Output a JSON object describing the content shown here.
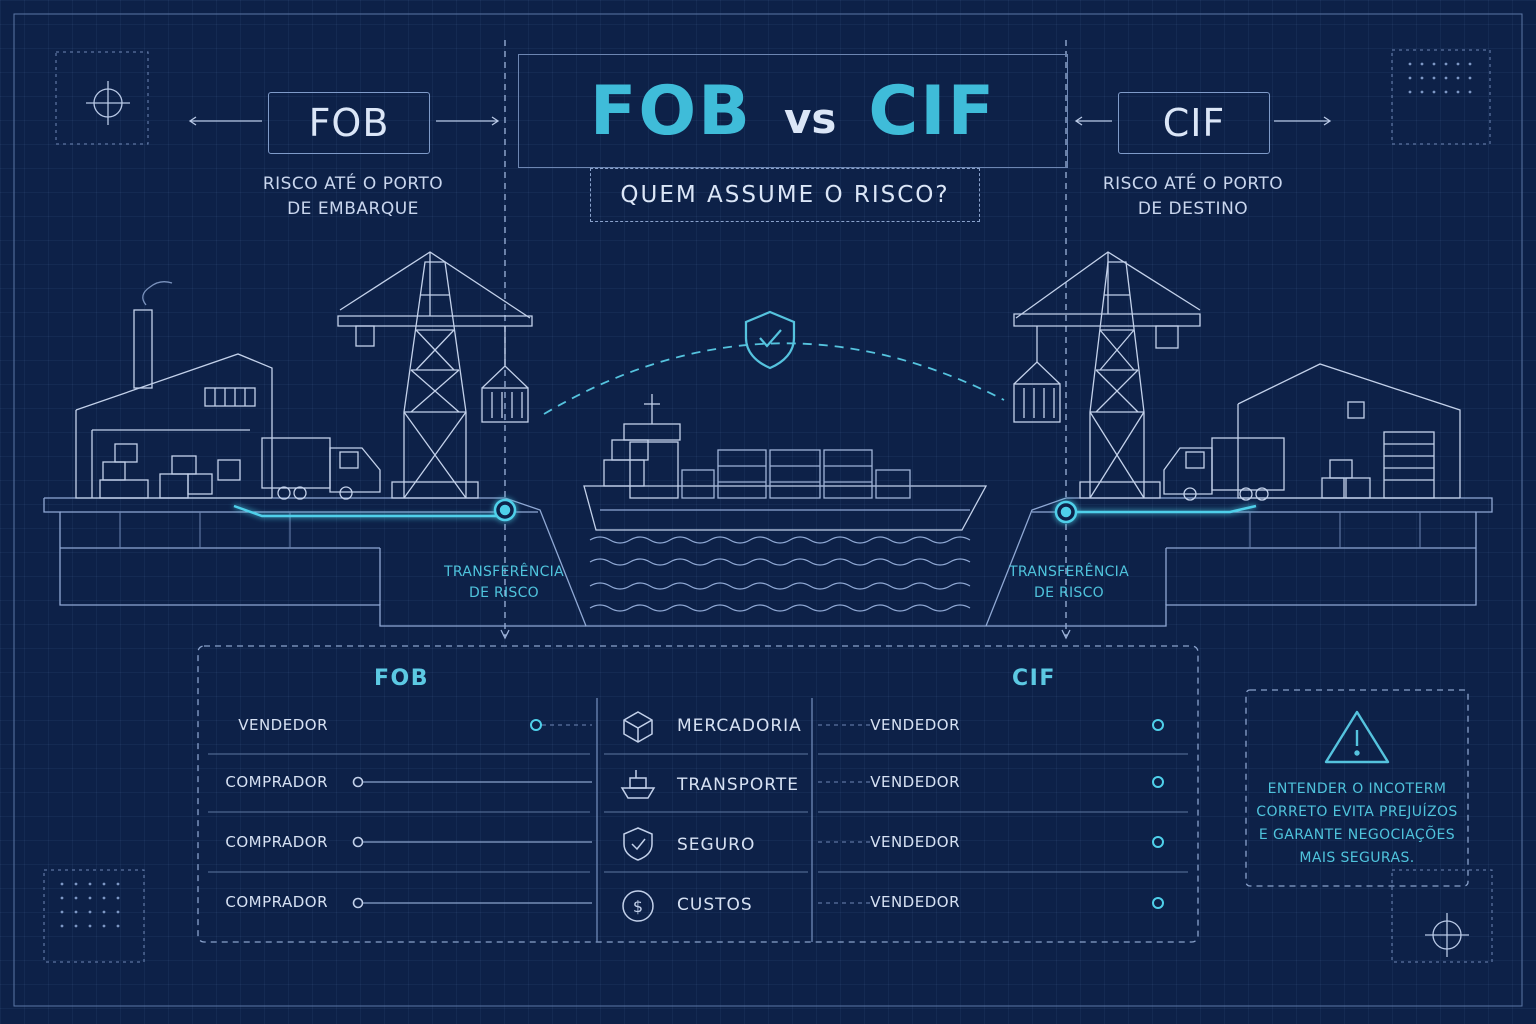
{
  "title": {
    "fob": "FOB",
    "vs": "vs",
    "cif": "CIF"
  },
  "subtitle": "QUEM ASSUME O RISCO?",
  "left": {
    "tag": "FOB",
    "caption_line1": "RISCO ATÉ O PORTO",
    "caption_line2": "DE EMBARQUE"
  },
  "right": {
    "tag": "CIF",
    "caption_line1": "RISCO ATÉ O PORTO",
    "caption_line2": "DE DESTINO"
  },
  "transfer_left": {
    "line1": "TRANSFERÊNCIA",
    "line2": "DE RISCO"
  },
  "transfer_right": {
    "line1": "TRANSFERÊNCIA",
    "line2": "DE RISCO"
  },
  "table": {
    "fob_header": "FOB",
    "cif_header": "CIF",
    "rows": [
      {
        "category": "MERCADORIA",
        "icon": "box-icon",
        "fob": "VENDEDOR",
        "fob_level": 1.0,
        "cif": "VENDEDOR",
        "cif_level": 1.0
      },
      {
        "category": "TRANSPORTE",
        "icon": "ship-icon",
        "fob": "COMPRADOR",
        "fob_level": 0.0,
        "cif": "VENDEDOR",
        "cif_level": 1.0
      },
      {
        "category": "SEGURO",
        "icon": "shield-icon",
        "fob": "COMPRADOR",
        "fob_level": 0.0,
        "cif": "VENDEDOR",
        "cif_level": 1.0
      },
      {
        "category": "CUSTOS",
        "icon": "dollar-icon",
        "fob": "COMPRADOR",
        "fob_level": 0.0,
        "cif": "VENDEDOR",
        "cif_level": 1.0
      }
    ]
  },
  "warning": {
    "icon": "warning-icon",
    "line1": "ENTENDER O INCOTERM",
    "line2": "CORRETO EVITA PREJUÍZOS",
    "line3": "E GARANTE NEGOCIAÇÕES",
    "line4": "MAIS SEGURAS."
  },
  "colors": {
    "background": "#0d2148",
    "accent": "#4fc3dc",
    "line": "#8aa2cc",
    "text": "#dbe6f7"
  }
}
